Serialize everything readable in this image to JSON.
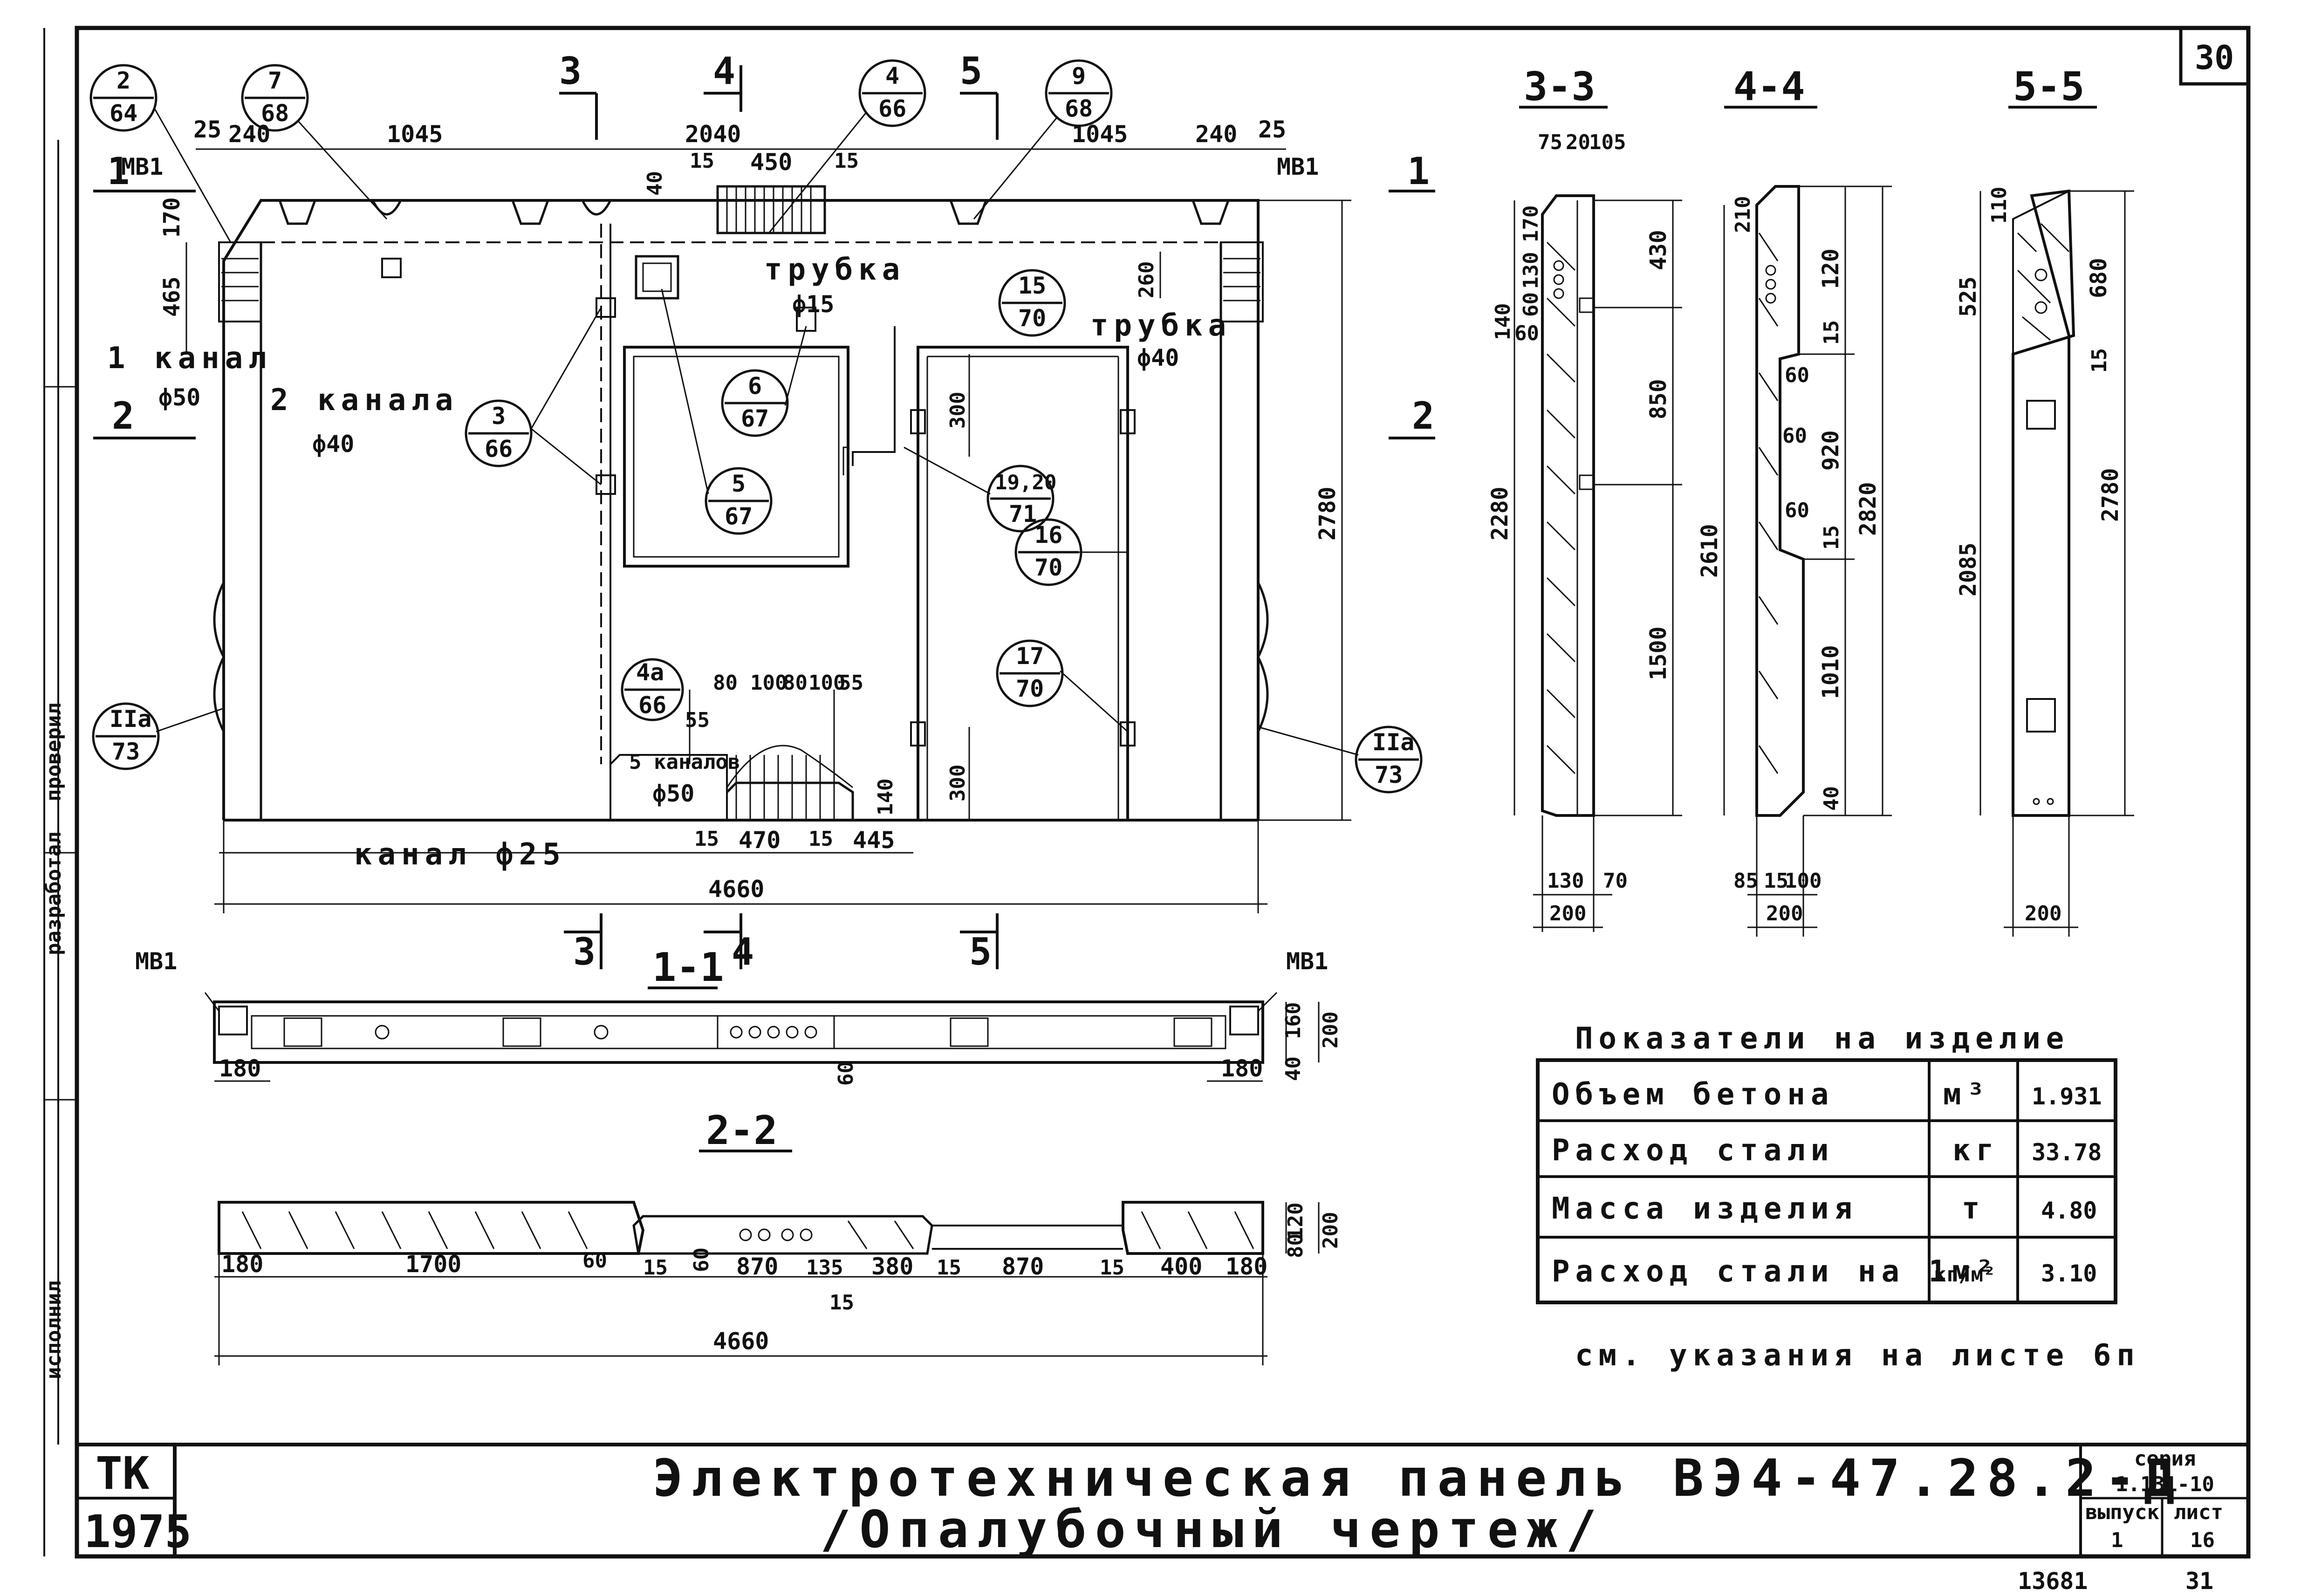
{
  "sheet_number": "30",
  "stamp": {
    "code": "ТК",
    "year": "1975"
  },
  "title": {
    "line1": "Электротехническая панель ВЭ4-47.28.2-Д",
    "line2": "/Опалубочный чертеж/"
  },
  "series_block": {
    "series_label": "серия",
    "series_value": "1.131-10",
    "issue_label": "выпуск",
    "issue_value": "1",
    "sheet_label": "лист",
    "sheet_value": "16"
  },
  "bottom_notes": {
    "left": "13681",
    "right": "31"
  },
  "note": "см. указания на листе 6п",
  "indicators": {
    "heading": "Показатели на изделие",
    "rows": [
      {
        "name": "Объем бетона",
        "unit": "м³",
        "value": "1.931"
      },
      {
        "name": "Расход стали",
        "unit": "кг",
        "value": "33.78"
      },
      {
        "name": "Масса изделия",
        "unit": "т",
        "value": "4.80"
      },
      {
        "name": "Расход стали на 1м²",
        "unit": "кг/м²",
        "value": "3.10"
      }
    ]
  },
  "elevation": {
    "top_dims": [
      "25",
      "240",
      "1045",
      "2040",
      "1045",
      "240",
      "25"
    ],
    "small_top": [
      "15",
      "450",
      "15",
      "40"
    ],
    "left_dims": [
      "170",
      "465"
    ],
    "overall_width": "4660",
    "overall_height": "2780",
    "bottom_dims": [
      "15",
      "470",
      "15",
      "445",
      "140"
    ],
    "pockets": [
      "80",
      "100",
      "80",
      "100",
      "55",
      "55"
    ],
    "door_dims": [
      "300",
      "300"
    ],
    "tube_dims": [
      "260"
    ],
    "labels": {
      "mv1_left": "МВ1",
      "mv1_right": "МВ1",
      "tube1": "трубка",
      "tube1_d": "ф15",
      "tube2": "трубка",
      "tube2_d": "ф40",
      "chan1": "1 канал",
      "chan1_d": "ф50",
      "chan2": "2 канала",
      "chan2_d": "ф40",
      "chan5": "5 каналов",
      "chan5_d": "ф50",
      "chan25": "канал ф25"
    },
    "section_marks": [
      "1",
      "1",
      "2",
      "2",
      "3",
      "3",
      "4",
      "4",
      "5",
      "5"
    ]
  },
  "callouts": [
    {
      "top": "2",
      "bottom": "64"
    },
    {
      "top": "7",
      "bottom": "68"
    },
    {
      "top": "4",
      "bottom": "66"
    },
    {
      "top": "9",
      "bottom": "68"
    },
    {
      "top": "15",
      "bottom": "70"
    },
    {
      "top": "6",
      "bottom": "67"
    },
    {
      "top": "3",
      "bottom": "66"
    },
    {
      "top": "5",
      "bottom": "67"
    },
    {
      "top": "19,20",
      "bottom": "71"
    },
    {
      "top": "16",
      "bottom": "70"
    },
    {
      "top": "4а",
      "bottom": "66"
    },
    {
      "top": "17",
      "bottom": "70"
    },
    {
      "top": "IIа",
      "bottom": "73"
    },
    {
      "top": "IIа",
      "bottom": "73"
    }
  ],
  "section_1_1": {
    "label": "1-1",
    "dims": [
      "180",
      "180",
      "160",
      "200",
      "40",
      "60"
    ],
    "mv_left": "МВ1",
    "mv_right": "МВ1"
  },
  "section_2_2": {
    "label": "2-2",
    "dims": [
      "180",
      "1700",
      "60",
      "15",
      "60",
      "870",
      "135",
      "380",
      "15",
      "870",
      "15",
      "400",
      "180"
    ],
    "overall": "4660",
    "right_dims": [
      "120",
      "80",
      "200"
    ],
    "bottom15": "15"
  },
  "section_3_3": {
    "label": "3-3",
    "top_dims": [
      "75",
      "20",
      "105"
    ],
    "left_dims": [
      "170",
      "130",
      "60",
      "140",
      "60"
    ],
    "right_dims": [
      "430",
      "850",
      "1500"
    ],
    "height": "2280",
    "bottom_dims": [
      "130",
      "70",
      "200"
    ]
  },
  "section_4_4": {
    "label": "4-4",
    "left_dims": [
      "210"
    ],
    "right_dims": [
      "120",
      "15",
      "920",
      "15",
      "1010",
      "40"
    ],
    "inner": [
      "60",
      "60",
      "60"
    ],
    "height_left": "2610",
    "height_right": "2820",
    "bottom_dims": [
      "85",
      "15",
      "100",
      "200"
    ]
  },
  "section_5_5": {
    "label": "5-5",
    "left_dims": [
      "110",
      "525",
      "2085"
    ],
    "right_dims": [
      "680",
      "15",
      "2780"
    ],
    "bottom_dims": [
      "200"
    ]
  },
  "left_margin_text": [
    "проверил",
    "разработал",
    "исполнил"
  ]
}
